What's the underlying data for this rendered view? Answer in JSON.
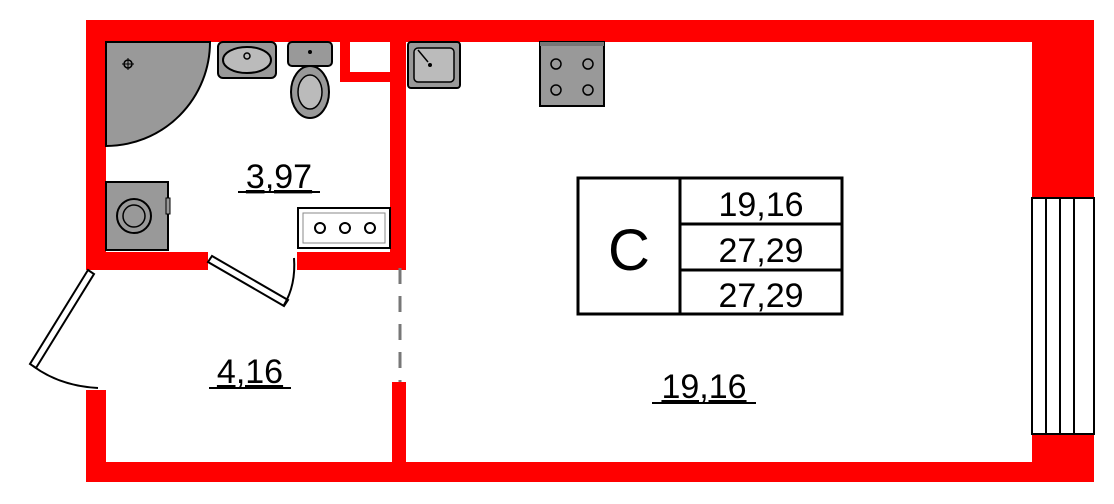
{
  "rooms": {
    "bathroom": "3,97",
    "hallway": "4,16",
    "living": "19,16"
  },
  "summary": {
    "type": "С",
    "living_area": "19,16",
    "total_area": "27,29",
    "total_area_2": "27,29"
  },
  "colors": {
    "wall": "#ff0000",
    "fixture_fill": "#999999",
    "outline": "#000000",
    "background": "#ffffff"
  }
}
